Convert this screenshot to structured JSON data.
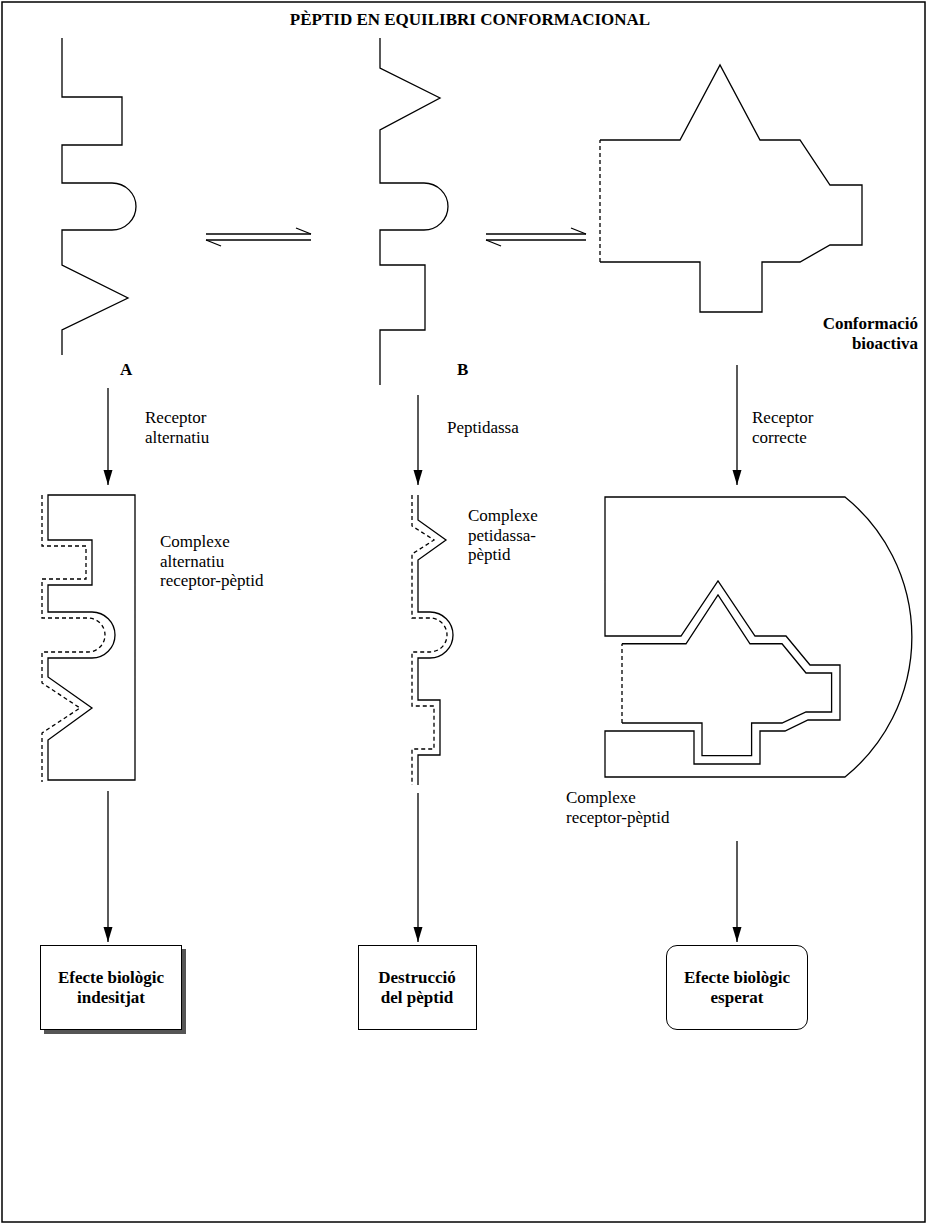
{
  "diagram": {
    "title": "PÈPTID EN EQUILIBRI CONFORMACIONAL",
    "nodes": [
      {
        "text": [
          "A"
        ]
      },
      {
        "text": [
          "B"
        ]
      },
      {
        "text": [
          "Conformació bioactiva"
        ]
      },
      {
        "text": [
          "Complexe alternatiu receptor-pèptid"
        ]
      },
      {
        "text": [
          "Complexe petidassa-pèptid"
        ]
      },
      {
        "text": [
          "Complexe receptor-pèptid"
        ]
      },
      {
        "text": [
          "Efecte biològic indesitjat"
        ]
      },
      {
        "text": [
          "Destrucció del pèptid"
        ]
      },
      {
        "text": [
          "Efecte biològic esperat"
        ]
      }
    ],
    "edges": [
      {
        "from": 0,
        "to": 1,
        "arrow": "both"
      },
      {
        "from": 1,
        "to": 2,
        "arrow": "both"
      },
      {
        "from": 0,
        "to": 3,
        "arrow": "to",
        "label": "Receptor alternatiu"
      },
      {
        "from": 1,
        "to": 4,
        "arrow": "to",
        "label": "Peptidassa"
      },
      {
        "from": 2,
        "to": 5,
        "arrow": "to",
        "label": "Receptor correcte"
      },
      {
        "from": 3,
        "to": 6,
        "arrow": "to"
      },
      {
        "from": 4,
        "to": 7,
        "arrow": "to"
      },
      {
        "from": 5,
        "to": 8,
        "arrow": "to"
      }
    ]
  }
}
